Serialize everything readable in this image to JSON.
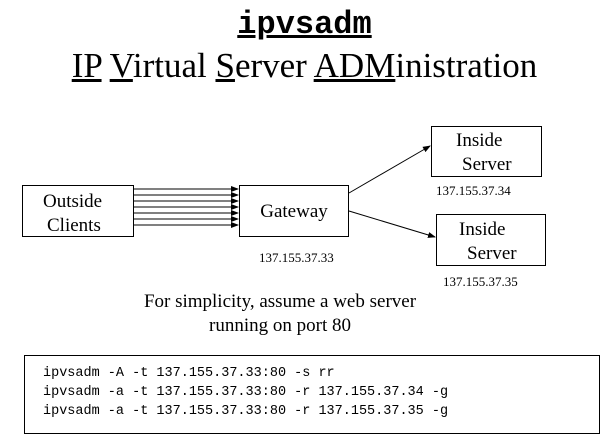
{
  "title": {
    "command": "ipvsadm",
    "parts": [
      {
        "text": "IP",
        "underlined": true
      },
      {
        "text": " ",
        "underlined": false
      },
      {
        "text": "V",
        "underlined": true
      },
      {
        "text": "irtual ",
        "underlined": false
      },
      {
        "text": "S",
        "underlined": true
      },
      {
        "text": "erver ",
        "underlined": false
      },
      {
        "text": "ADM",
        "underlined": true
      },
      {
        "text": "inistration",
        "underlined": false
      }
    ]
  },
  "diagram": {
    "clients": {
      "line1": "Outside",
      "line2": "Clients"
    },
    "gateway": {
      "label": "Gateway",
      "ip": "137.155.37.33"
    },
    "servers": [
      {
        "line1": "Inside",
        "line2": "Server",
        "ip": "137.155.37.34"
      },
      {
        "line1": "Inside",
        "line2": "Server",
        "ip": "137.155.37.35"
      }
    ]
  },
  "note": {
    "line1": "For simplicity, assume a web server",
    "line2": "running on port 80"
  },
  "code": [
    "ipvsadm -A -t 137.155.37.33:80 -s rr",
    "ipvsadm -a -t 137.155.37.33:80 -r 137.155.37.34 -g",
    "ipvsadm -a -t 137.155.37.33:80 -r 137.155.37.35 -g"
  ]
}
